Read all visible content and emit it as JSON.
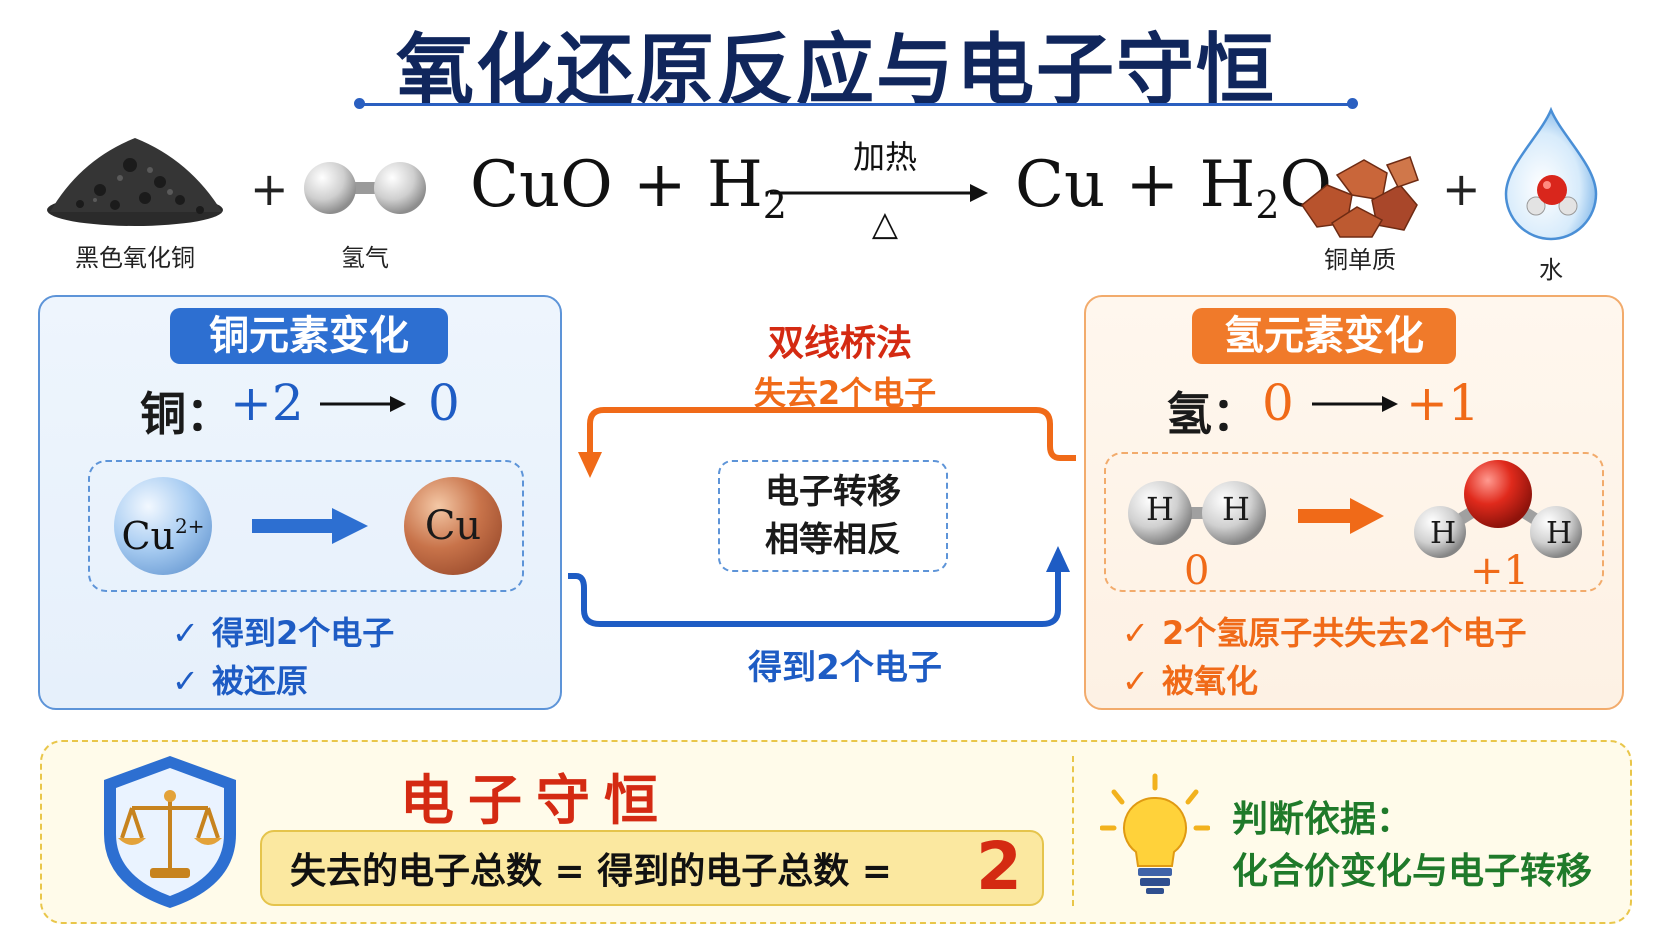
{
  "title": "氧化还原反应与电子守恒",
  "equation": {
    "reactant1_name": "黑色氧化铜",
    "reactant2_name": "氢气",
    "lhs_part1": "CuO + H",
    "lhs_sub": "2",
    "condition_top": "加热",
    "condition_bottom": "△",
    "rhs_part1": "Cu + H",
    "rhs_sub": "2",
    "rhs_part2": "O",
    "product1_name": "铜单质",
    "product2_name": "水",
    "plus": "+"
  },
  "copper_panel": {
    "tag": "铜元素变化",
    "element_label": "铜：",
    "from_valence": "+2",
    "to_valence": "0",
    "ion_label": "Cu",
    "ion_charge": "2+",
    "atom_label": "Cu",
    "check_mark": "✓",
    "checks": [
      "得到2个电子",
      "被还原"
    ]
  },
  "hydrogen_panel": {
    "tag": "氢元素变化",
    "element_label": "氢：",
    "from_valence": "0",
    "to_valence": "+1",
    "h_atom": "H",
    "h2_valence": "0",
    "h2o_valence": "+1",
    "check_mark": "✓",
    "checks": [
      "2个氢原子共失去2个电子",
      "被氧化"
    ]
  },
  "middle": {
    "method": "双线桥法",
    "lose": "失去2个电子",
    "gain": "得到2个电子",
    "box_line1": "电子转移",
    "box_line2": "相等相反"
  },
  "conservation": {
    "title": "电子守恒",
    "formula": "失去的电子总数 = 得到的电子总数 =",
    "number": "2",
    "basis_title": "判断依据：",
    "basis_text": "化合价变化与电子转移"
  },
  "colors": {
    "title": "#10265c",
    "blue": "#2d6fd1",
    "orange": "#f07a2a",
    "red": "#d42a12",
    "green": "#1f7a2a"
  }
}
